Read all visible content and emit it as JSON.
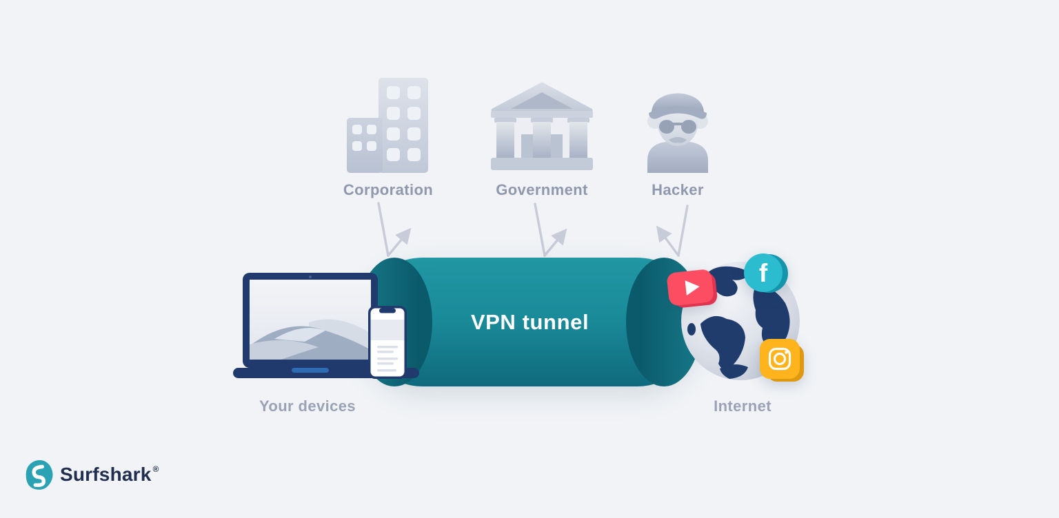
{
  "diagram": {
    "tunnel_label": "VPN tunnel",
    "threats": [
      {
        "label": "Corporation",
        "icon": "office-building-icon"
      },
      {
        "label": "Government",
        "icon": "government-building-icon"
      },
      {
        "label": "Hacker",
        "icon": "hacker-icon"
      }
    ],
    "left_endpoint_label": "Your devices",
    "right_endpoint_label": "Internet",
    "device_icons": [
      "laptop-icon",
      "smartphone-icon"
    ],
    "internet_icons": [
      "globe-icon",
      "youtube-icon",
      "facebook-icon",
      "instagram-icon"
    ]
  },
  "brand": {
    "name": "Surfshark",
    "registered": "®"
  },
  "colors": {
    "background": "#f1f3f6",
    "tunnel_teal": "#1a8a99",
    "tunnel_cap_dark": "#0b5a6b",
    "arrow_gray": "#c7ccd8",
    "threat_label_gray": "#8f98ac",
    "endpoint_label_gray": "#9aa2b5",
    "device_navy": "#203a6e",
    "globe_continent_navy": "#1f3c6d",
    "youtube_red": "#fc4d62",
    "facebook_teal": "#2cbcd0",
    "instagram_yellow": "#ffb31c",
    "brand_teal": "#2ba2b4",
    "brand_text_navy": "#202e4f"
  }
}
